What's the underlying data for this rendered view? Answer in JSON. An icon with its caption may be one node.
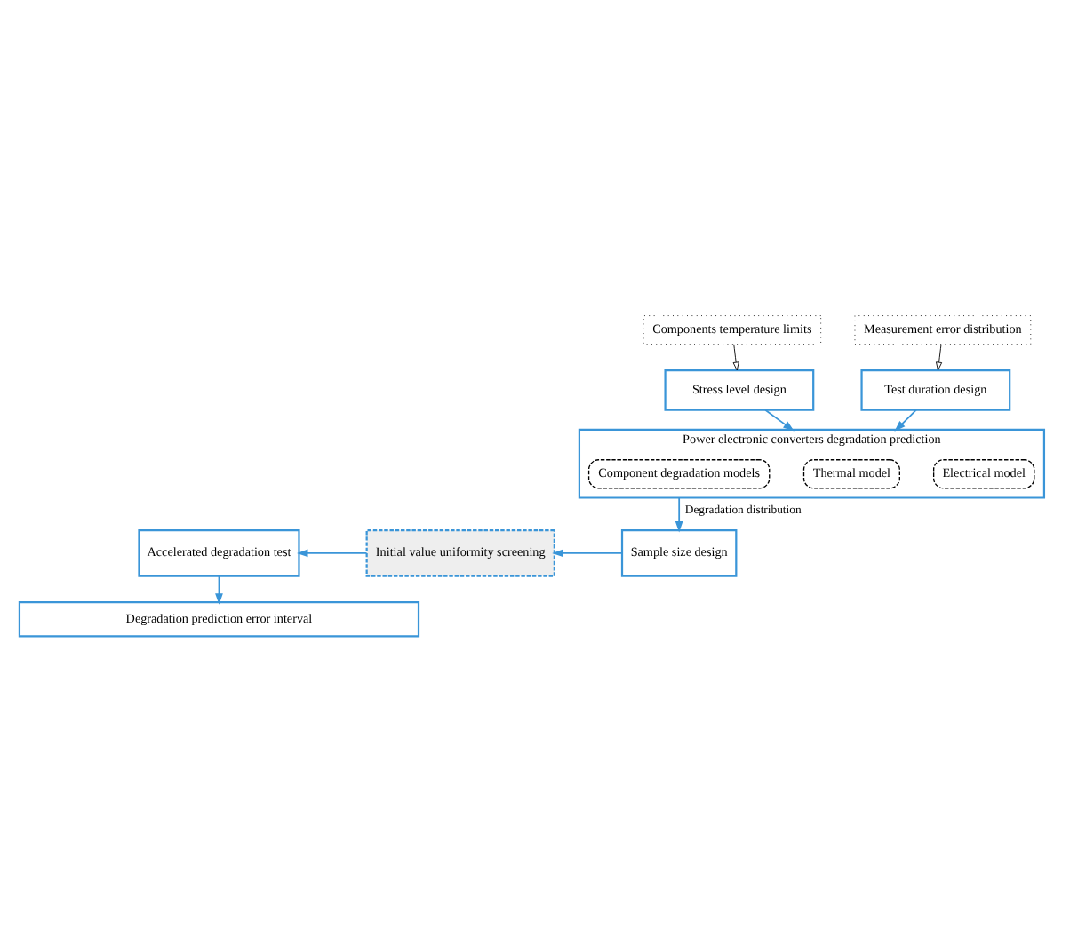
{
  "diagram": {
    "nodes": [
      {
        "text": [
          "Components temperature limits"
        ]
      },
      {
        "text": [
          "Measurement error distribution"
        ]
      },
      {
        "text": [
          "Stress level design"
        ]
      },
      {
        "text": [
          "Test duration design"
        ]
      },
      {
        "text": [
          "Power electronic converters degradation prediction"
        ]
      },
      {
        "text": [
          "Electrical model"
        ],
        "in": 4
      },
      {
        "text": [
          "Thermal model"
        ],
        "in": 4
      },
      {
        "text": [
          "Component degradation models"
        ],
        "in": 4
      },
      {
        "text": [
          "Accelerated degradation test"
        ]
      },
      {
        "text": [
          "Initial value uniformity screening"
        ]
      },
      {
        "text": [
          "Sample size design"
        ]
      },
      {
        "text": [
          "Degradation prediction error interval"
        ]
      }
    ],
    "edges": [
      {
        "from": 0,
        "to": 2,
        "arrow": "to",
        "color": "#000000"
      },
      {
        "from": 1,
        "to": 3,
        "arrow": "to",
        "color": "#000000"
      },
      {
        "from": 2,
        "to": 4,
        "arrow": "to"
      },
      {
        "from": 3,
        "to": 4,
        "arrow": "to"
      },
      {
        "from": 4,
        "to": 10,
        "arrow": "to",
        "label": "Degradation distribution"
      },
      {
        "from": 10,
        "to": 9,
        "arrow": "to"
      },
      {
        "from": 9,
        "to": 8,
        "arrow": "to"
      },
      {
        "from": 8,
        "to": 11,
        "arrow": "to"
      }
    ]
  }
}
